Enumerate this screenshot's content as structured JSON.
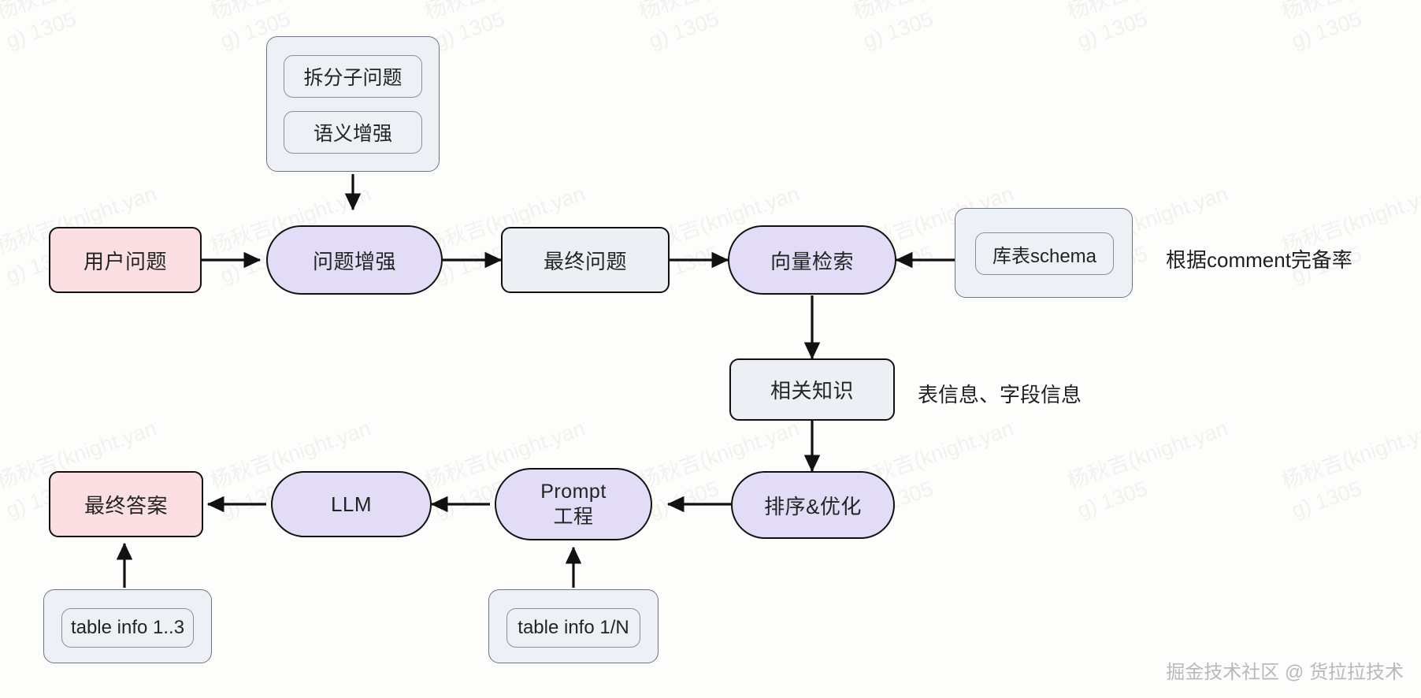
{
  "diagram": {
    "title": "RAG Text-to-SQL flow",
    "background": "#fdfdfc",
    "colors": {
      "pink": "#fbdfe2",
      "purple": "#e2dcf7",
      "gray": "#eceff4",
      "subgraph_fill": "#edf0f5",
      "subgraph_border": "#6e7585",
      "node_border": "#111111",
      "arrow": "#111111",
      "watermark": "#f2f1ef",
      "footer": "#b9b9b9"
    },
    "nodes": {
      "split_sub_question": "拆分子问题",
      "semantic_enhance": "语义增强",
      "user_question": "用户问题",
      "question_enhance": "问题增强",
      "final_question": "最终问题",
      "vector_retrieval": "向量检索",
      "db_table_schema": "库表schema",
      "related_knowledge": "相关知识",
      "rank_optimize": "排序&优化",
      "prompt_engineering_line1": "Prompt",
      "prompt_engineering_line2": "工程",
      "llm": "LLM",
      "final_answer": "最终答案",
      "table_info_1_3": "table info 1..3",
      "table_info_1_n": "table info 1/N"
    },
    "annotations": {
      "comment_rate": "根据comment完备率",
      "table_field_info": "表信息、字段信息"
    },
    "footer": {
      "credit": "掘金技术社区 @ 货拉拉技术"
    },
    "watermark": {
      "line1": "杨秋吉(knight.yan",
      "line2": "g) 1305"
    }
  }
}
